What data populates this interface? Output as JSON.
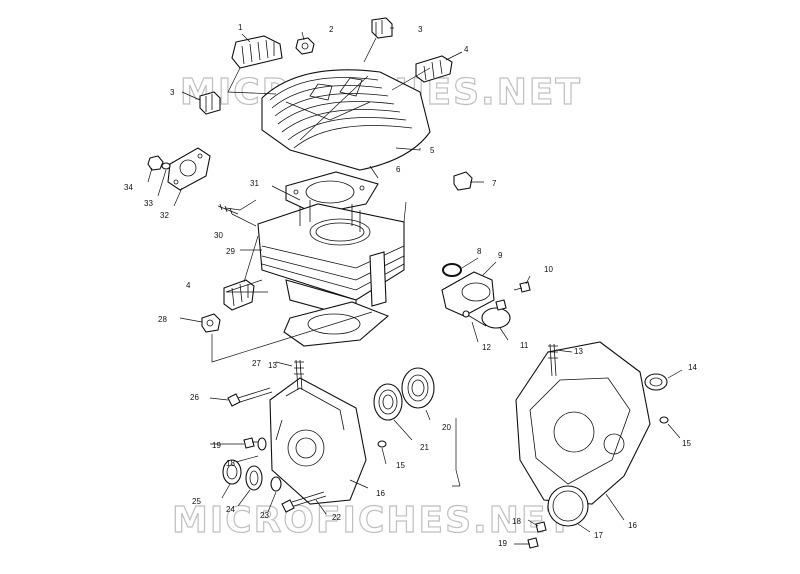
{
  "watermark": "MICROFICHES.NET",
  "callouts": [
    {
      "id": "c1",
      "text": "1"
    },
    {
      "id": "c2",
      "text": "2"
    },
    {
      "id": "c3a",
      "text": "3"
    },
    {
      "id": "c3b",
      "text": "3"
    },
    {
      "id": "c4a",
      "text": "4"
    },
    {
      "id": "c4b",
      "text": "4"
    },
    {
      "id": "c5",
      "text": "5"
    },
    {
      "id": "c6",
      "text": "6"
    },
    {
      "id": "c7",
      "text": "7"
    },
    {
      "id": "c8",
      "text": "8"
    },
    {
      "id": "c9",
      "text": "9"
    },
    {
      "id": "c10",
      "text": "10"
    },
    {
      "id": "c11",
      "text": "11"
    },
    {
      "id": "c12",
      "text": "12"
    },
    {
      "id": "c13a",
      "text": "13"
    },
    {
      "id": "c13b",
      "text": "13"
    },
    {
      "id": "c14",
      "text": "14"
    },
    {
      "id": "c15a",
      "text": "15"
    },
    {
      "id": "c15b",
      "text": "15"
    },
    {
      "id": "c16a",
      "text": "16"
    },
    {
      "id": "c16b",
      "text": "16"
    },
    {
      "id": "c17",
      "text": "17"
    },
    {
      "id": "c18a",
      "text": "18"
    },
    {
      "id": "c18b",
      "text": "18"
    },
    {
      "id": "c19a",
      "text": "19"
    },
    {
      "id": "c19b",
      "text": "19"
    },
    {
      "id": "c20",
      "text": "20"
    },
    {
      "id": "c21",
      "text": "21"
    },
    {
      "id": "c22",
      "text": "22"
    },
    {
      "id": "c23",
      "text": "23"
    },
    {
      "id": "c24",
      "text": "24"
    },
    {
      "id": "c25",
      "text": "25"
    },
    {
      "id": "c26",
      "text": "26"
    },
    {
      "id": "c27",
      "text": "27"
    },
    {
      "id": "c28",
      "text": "28"
    },
    {
      "id": "c29",
      "text": "29"
    },
    {
      "id": "c30",
      "text": "30"
    },
    {
      "id": "c31",
      "text": "31"
    },
    {
      "id": "c32",
      "text": "32"
    },
    {
      "id": "c33",
      "text": "33"
    },
    {
      "id": "c34",
      "text": "34"
    }
  ]
}
